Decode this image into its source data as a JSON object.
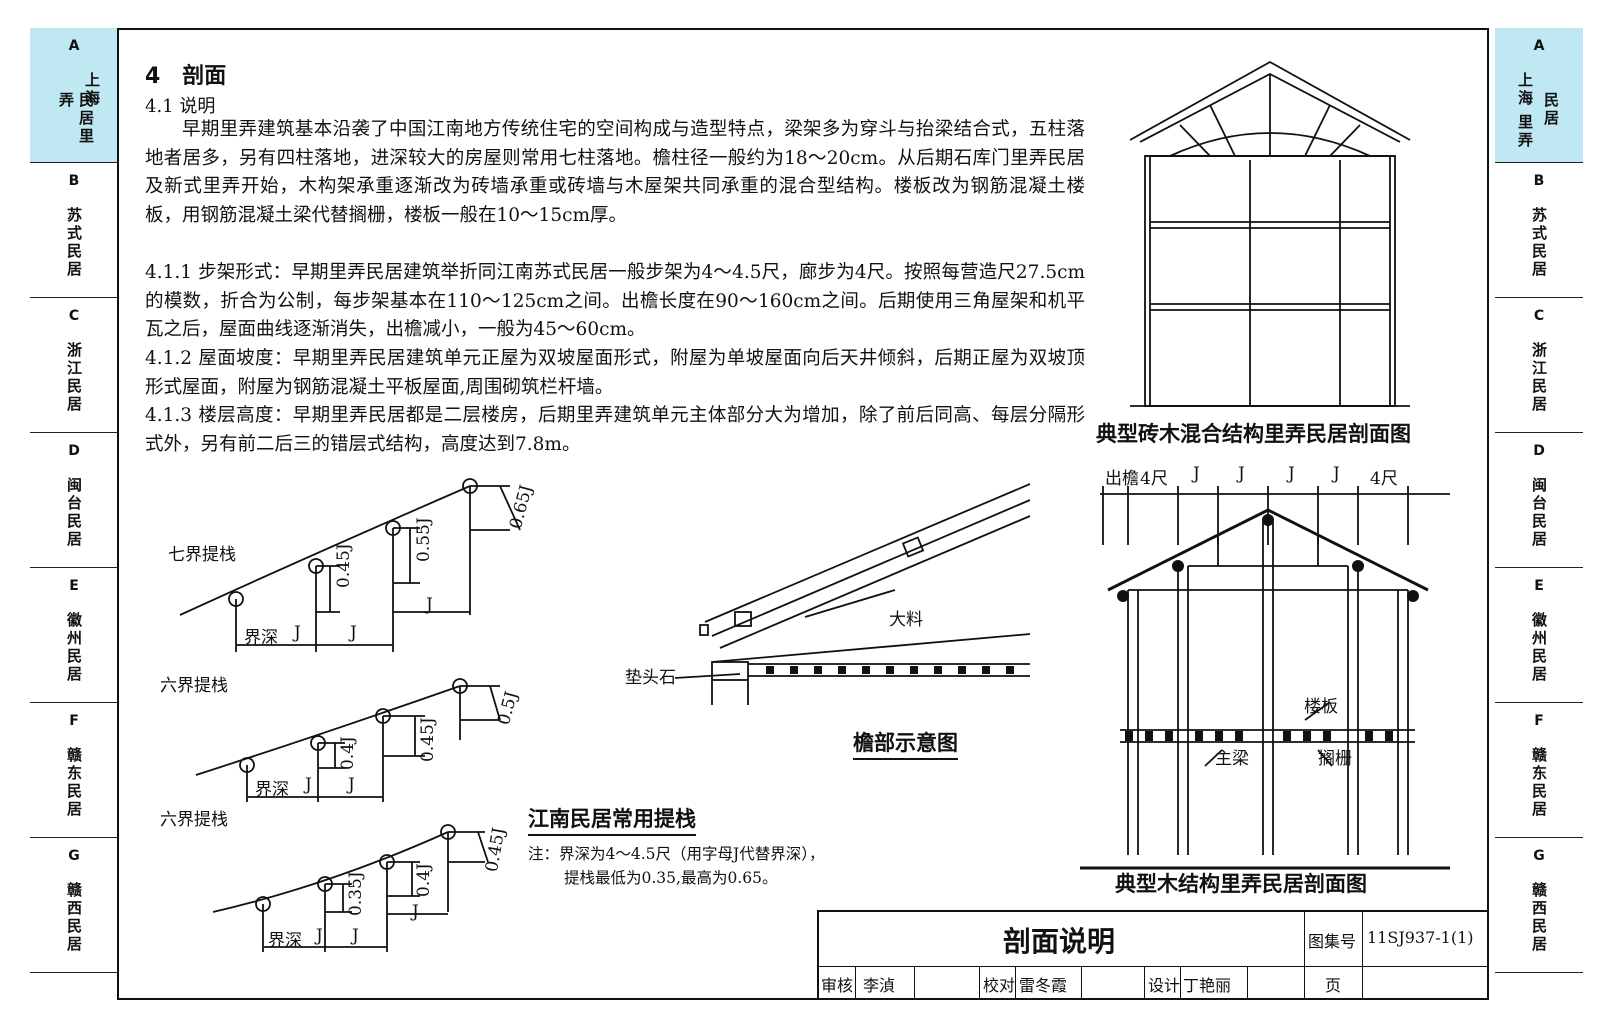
{
  "sidebar": [
    {
      "letter": "A",
      "label": "上海里弄民居",
      "col1": "上海",
      "col2": "民居里弄",
      "active": true
    },
    {
      "letter": "B",
      "label": "苏式民居",
      "active": false
    },
    {
      "letter": "C",
      "label": "浙江民居",
      "active": false
    },
    {
      "letter": "D",
      "label": "闽台民居",
      "active": false
    },
    {
      "letter": "E",
      "label": "徽州民居",
      "active": false
    },
    {
      "letter": "F",
      "label": "赣东民居",
      "active": false
    },
    {
      "letter": "G",
      "label": "赣西民居",
      "active": false
    }
  ],
  "sidebar_right_top": {
    "col1": "上海",
    "col2": "民居",
    "col1b": "里弄"
  },
  "heading": "4　剖面",
  "subheading": "4.1 说明",
  "paragraphs": [
    "早期里弄建筑基本沿袭了中国江南地方传统住宅的空间构成与造型特点，梁架多为穿斗与抬梁结合式，五柱落地者居多，另有四柱落地，进深较大的房屋则常用七柱落地。檐柱径一般约为18～20cm。从后期石库门里弄民居及新式里弄开始，木构架承重逐渐改为砖墙承重或砖墙与木屋架共同承重的混合型结构。楼板改为钢筋混凝土楼板，用钢筋混凝土梁代替搁栅，楼板一般在10～15cm厚。",
    "4.1.1 步架形式：早期里弄民居建筑举折同江南苏式民居一般步架为4～4.5尺，廊步为4尺。按照每营造尺27.5cm的模数，折合为公制，每步架基本在110～125cm之间。出檐长度在90～160cm之间。后期使用三角屋架和机平瓦之后，屋面曲线逐渐消失，出檐减小，一般为45～60cm。",
    "4.1.2 屋面坡度：早期里弄民居建筑单元正屋为双坡屋面形式，附屋为单坡屋面向后天井倾斜，后期正屋为双坡顶形式屋面，附屋为钢筋混凝土平板屋面,周围砌筑栏杆墙。",
    "4.1.3 楼层高度：早期里弄民居都是二层楼房，后期里弄建筑单元主体部分大为增加，除了前后同高、每层分隔形式外，另有前二后三的错层式结构，高度达到7.8m。"
  ],
  "diagrams": {
    "tizhan_1": {
      "title": "七界提栈",
      "v1": "0.45J",
      "v2": "0.55J",
      "v3": "0.65J",
      "jiesheng": "界深",
      "j": "J"
    },
    "tizhan_2": {
      "title": "六界提栈",
      "v1": "0.4J",
      "v2": "0.45J",
      "v3": "0.5J",
      "jiesheng": "界深",
      "j": "J"
    },
    "tizhan_3": {
      "title": "六界提栈",
      "v1": "0.35J",
      "v2": "0.4J",
      "v3": "0.45J",
      "jiesheng": "界深",
      "j": "J"
    },
    "tizhan_caption": "江南民居常用提栈",
    "tizhan_note_1": "注：界深为4～4.5尺（用字母J代替界深），",
    "tizhan_note_2": "提栈最低为0.35,最高为0.65。",
    "eave": {
      "title": "檐部示意图",
      "dalio": "大料",
      "diantoushi": "垫头石"
    },
    "brick_section": {
      "title": "典型砖木混合结构里弄民居剖面图"
    },
    "wood_section": {
      "title": "典型木结构里弄民居剖面图",
      "dims": [
        "出檐",
        "4尺",
        "J",
        "J",
        "J",
        "J",
        "4尺"
      ],
      "louban": "楼板",
      "zhuliang": "主梁",
      "gezha": "搁栅"
    }
  },
  "title_block": {
    "title": "剖面说明",
    "atlas_label": "图集号",
    "atlas_no": "11SJ937-1(1)",
    "review_label": "审核",
    "reviewer": "李湞",
    "check_label": "校对",
    "checker": "雷冬霞",
    "design_label": "设计",
    "designer": "丁艳丽",
    "page_label": "页"
  }
}
